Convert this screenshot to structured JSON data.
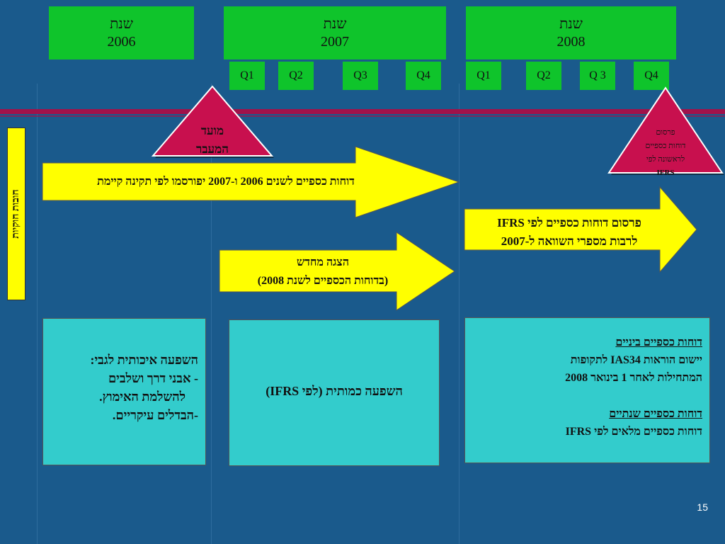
{
  "years": [
    {
      "label": "שנת",
      "year": "2006"
    },
    {
      "label": "שנת",
      "year": "2007"
    },
    {
      "label": "שנת",
      "year": "2008"
    }
  ],
  "quarters": [
    "Q1",
    "Q2",
    "Q3",
    "Q4",
    "Q1",
    "Q2",
    "Q 3",
    "Q4"
  ],
  "side_label": "חובות חוקיות",
  "milestones": {
    "transition": {
      "line1": "מועד",
      "line2": "המעבר"
    },
    "first_ifrs": {
      "line1": "פרסום",
      "line2": "דוחות כספיים",
      "line3": "לראשונה לפי",
      "line4": "IFRS"
    }
  },
  "arrows": {
    "existing_standard": "דוחות כספיים לשנים 2006 ו-2007 יפורסמו לפי תקינה קיימת",
    "restatement_line1": "הצגה מחדש",
    "restatement_line2": "(בדוחות הכספיים לשנת 2008)",
    "ifrs_publish_line1": "פרסום דוחות כספיים לפי IFRS",
    "ifrs_publish_line2": "לרבות מספרי השוואה ל-2007"
  },
  "boxes": {
    "qualitative_title": "השפעה איכותית לגבי:",
    "qualitative_item1": "- אבני דרך ושלבים",
    "qualitative_item1b": "להשלמת האימוץ.",
    "qualitative_item2": "-הבדלים עיקריים.",
    "quantitative": "השפעה כמותית (לפי IFRS)",
    "interim_title": "דוחות כספיים ביניים",
    "interim_line1": "יישום הוראות IAS34 לתקופות",
    "interim_line2": "המתחילות לאחר 1 בינואר 2008",
    "annual_title": "דוחות כספיים שנתיים",
    "annual_line1": "דוחות כספיים מלאים לפי IFRS"
  },
  "page_number": "15",
  "colors": {
    "background": "#1a5a8c",
    "year_green": "#0fc42b",
    "band_crimson": "#a0124a",
    "milestone": "#c8104e",
    "arrow_yellow": "#ffff00",
    "box_teal": "#33cccc"
  }
}
